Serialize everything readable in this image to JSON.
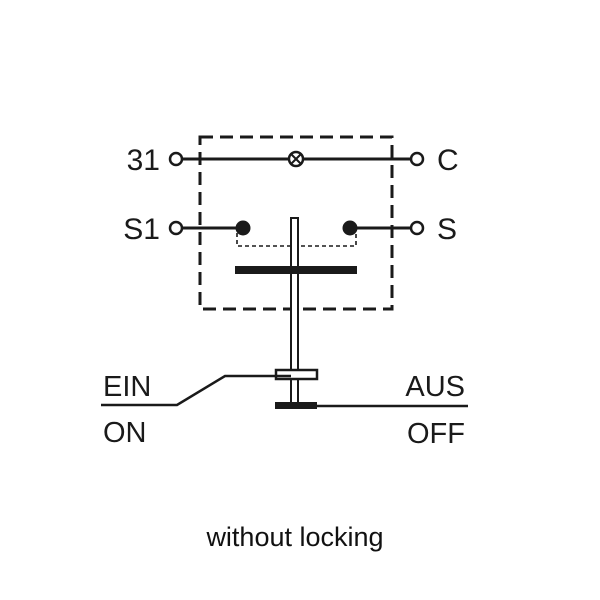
{
  "terminals": {
    "t31": "31",
    "c": "C",
    "s1": "S1",
    "s": "S"
  },
  "positions": {
    "ein": "EIN",
    "on": "ON",
    "aus": "AUS",
    "off": "OFF"
  },
  "caption": "without locking",
  "colors": {
    "line": "#1a1a1a",
    "background": "#ffffff"
  }
}
